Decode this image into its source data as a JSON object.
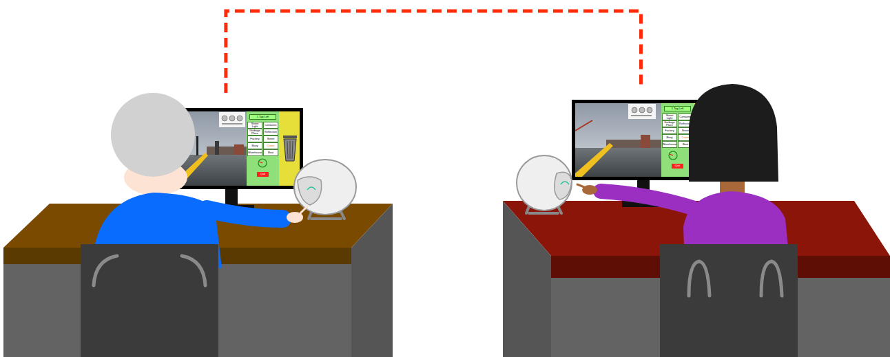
{
  "diagram": {
    "nodes": [
      {
        "text": []
      },
      {
        "text": [
          "1 Tag Left"
        ],
        "in": 0
      },
      {
        "text": [
          "Street Light"
        ],
        "in": 0
      },
      {
        "text": [
          "Container"
        ],
        "in": 0
      },
      {
        "text": [
          "Garbage Place"
        ],
        "in": 0
      },
      {
        "text": [
          "Reflection"
        ],
        "in": 0
      },
      {
        "text": [
          "Factory"
        ],
        "in": 0
      },
      {
        "text": [
          "Street"
        ],
        "in": 0
      },
      {
        "text": [
          "Buoy"
        ],
        "in": 0
      },
      {
        "text": [
          "Crane"
        ],
        "in": 0
      },
      {
        "text": [
          "Warehouse"
        ],
        "in": 0
      },
      {
        "text": [
          "Boat"
        ],
        "in": 0
      },
      {
        "text": [
          "Quit"
        ],
        "in": 0
      },
      {
        "text": []
      },
      {
        "text": [
          "1 Tag Left"
        ],
        "in": 13
      },
      {
        "text": [
          "Street Light"
        ],
        "in": 13
      },
      {
        "text": [
          "Container"
        ],
        "in": 13
      },
      {
        "text": [
          "Garbage Place"
        ],
        "in": 13
      },
      {
        "text": [
          "Reflection"
        ],
        "in": 13
      },
      {
        "text": [
          "Factory"
        ],
        "in": 13
      },
      {
        "text": [
          "Street"
        ],
        "in": 13
      },
      {
        "text": [
          "Buoy"
        ],
        "in": 13
      },
      {
        "text": [
          "Crane"
        ],
        "in": 13
      },
      {
        "text": [
          "Warehouse"
        ],
        "in": 13
      },
      {
        "text": [
          "Boat"
        ],
        "in": 13
      },
      {
        "text": [
          "Quit"
        ],
        "in": 13
      }
    ],
    "edges": [
      {
        "from": 0,
        "to": 13,
        "arrow": "none"
      }
    ]
  }
}
